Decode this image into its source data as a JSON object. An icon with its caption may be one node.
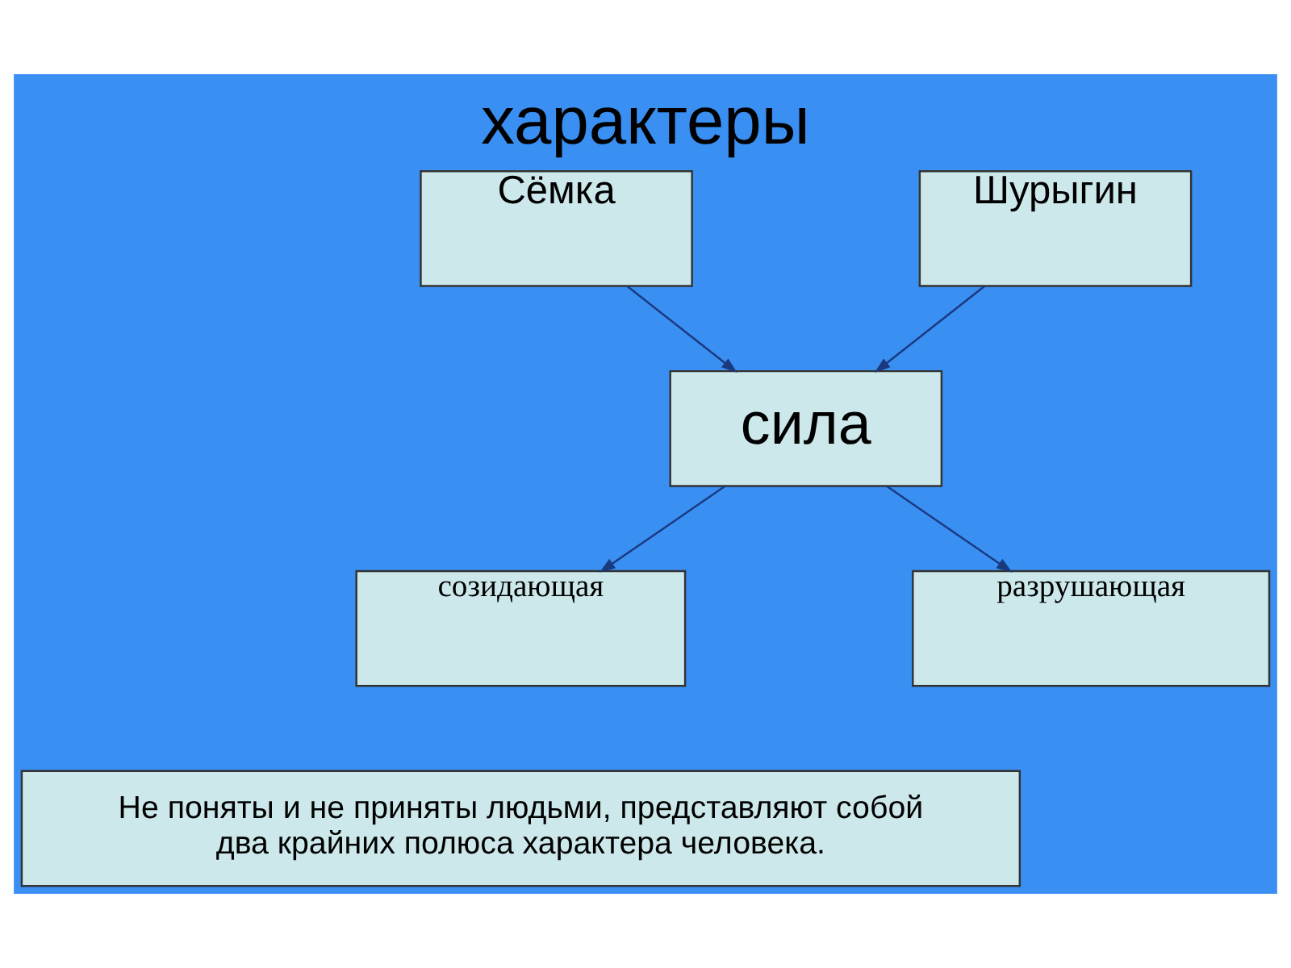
{
  "diagram": {
    "title": "характеры",
    "nodes": [
      {
        "text": [
          "Сёмка"
        ]
      },
      {
        "text": [
          "Шурыгин"
        ]
      },
      {
        "text": [
          "сила"
        ]
      },
      {
        "text": [
          "созидающая"
        ]
      },
      {
        "text": [
          "разрушающая"
        ]
      },
      {
        "text": [
          "Не поняты и не приняты людьми, представляют собой два крайних полюса характера человека."
        ]
      }
    ],
    "edges": [
      {
        "from": 0,
        "to": 2,
        "arrow": "to"
      },
      {
        "from": 1,
        "to": 2,
        "arrow": "to"
      },
      {
        "from": 2,
        "to": 3,
        "arrow": "to"
      },
      {
        "from": 2,
        "to": 4,
        "arrow": "to"
      }
    ]
  }
}
